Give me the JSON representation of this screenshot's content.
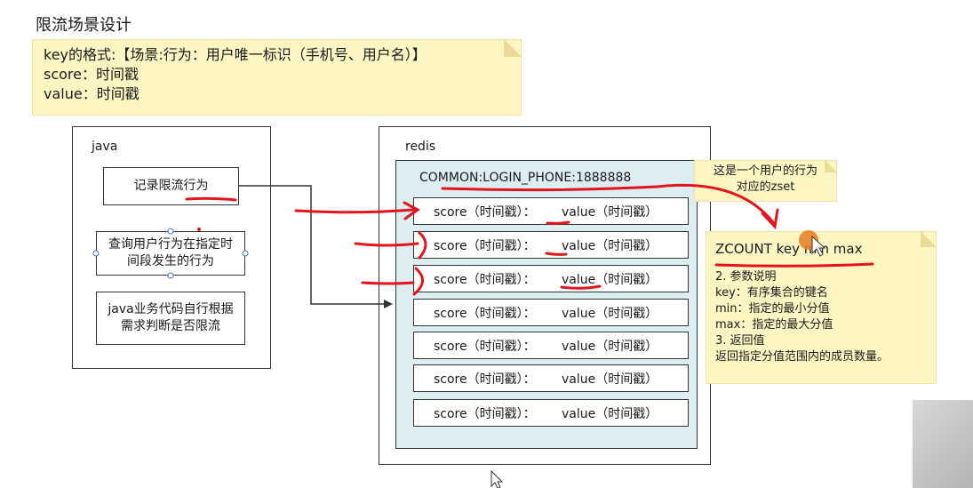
{
  "title": "限流场景设计",
  "top_note": {
    "lines": [
      "key的格式:【场景:行为：用户唯一标识（手机号、用户名）】",
      "score：时间戳",
      "value：时间戳"
    ]
  },
  "java": {
    "label": "java",
    "items": [
      "记录限流行为",
      "查询用户行为在指定时间段发生的行为",
      "java业务代码自行根据需求判断是否限流"
    ]
  },
  "redis": {
    "label": "redis",
    "zset_key": "COMMON:LOGIN_PHONE:1888888",
    "row_score": "score（时间戳）：",
    "row_value": "value（时间戳）",
    "row_count": 7
  },
  "zset_note": {
    "line1": "这是一个用户的行为",
    "line2": "对应的zset"
  },
  "zcount_note": {
    "command": "ZCOUNT key min max",
    "lines": [
      "2. 参数说明",
      "key：有序集合的键名",
      "min：指定的最小分值",
      "max：指定的最大分值",
      "3. 返回值",
      "返回指定分值范围内的成员数量。"
    ]
  },
  "colors": {
    "note_bg": "#fdf6c3",
    "zset_bg": "#ddeef3",
    "annotation_red": "#e3141b",
    "cursor_orange": "#e8832a"
  }
}
